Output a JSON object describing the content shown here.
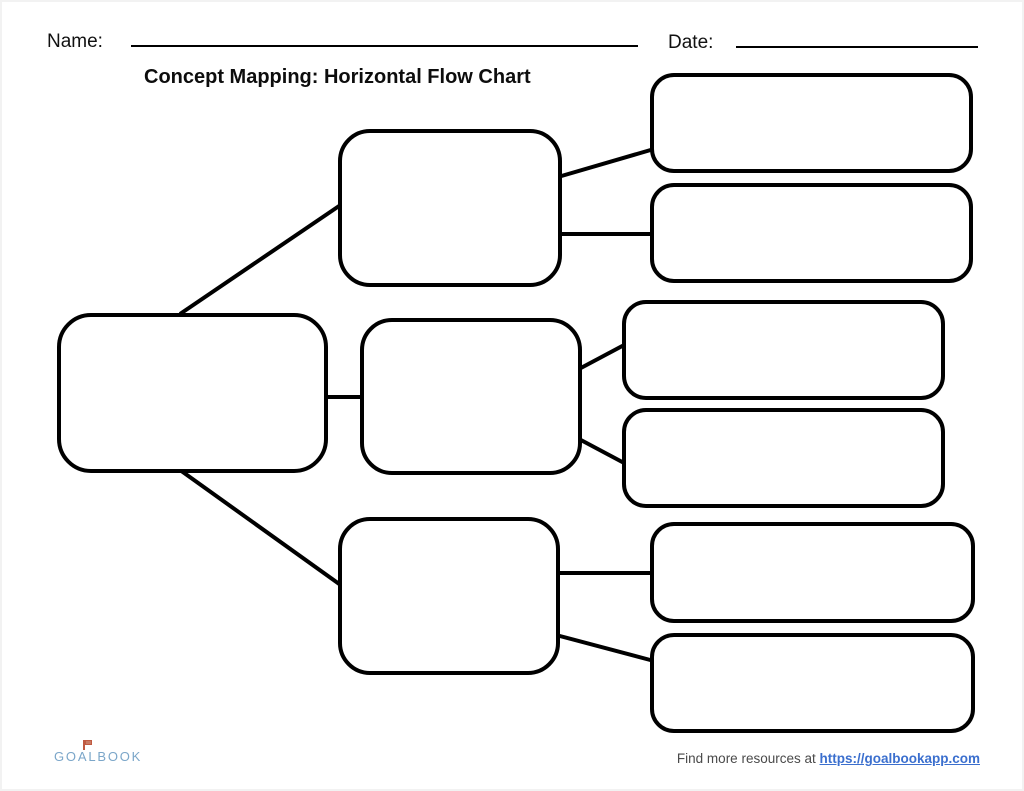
{
  "header": {
    "name_label": "Name:",
    "date_label": "Date:"
  },
  "title": "Concept Mapping: Horizontal Flow Chart",
  "diagram": {
    "type": "horizontal-flow-chart",
    "stroke_color": "#000000",
    "nodes": [
      {
        "id": "root",
        "label": ""
      },
      {
        "id": "branch-1",
        "label": ""
      },
      {
        "id": "branch-2",
        "label": ""
      },
      {
        "id": "branch-3",
        "label": ""
      },
      {
        "id": "leaf-1a",
        "label": ""
      },
      {
        "id": "leaf-1b",
        "label": ""
      },
      {
        "id": "leaf-2a",
        "label": ""
      },
      {
        "id": "leaf-2b",
        "label": ""
      },
      {
        "id": "leaf-3a",
        "label": ""
      },
      {
        "id": "leaf-3b",
        "label": ""
      }
    ],
    "edges": [
      [
        "root",
        "branch-1"
      ],
      [
        "root",
        "branch-2"
      ],
      [
        "root",
        "branch-3"
      ],
      [
        "branch-1",
        "leaf-1a"
      ],
      [
        "branch-1",
        "leaf-1b"
      ],
      [
        "branch-2",
        "leaf-2a"
      ],
      [
        "branch-2",
        "leaf-2b"
      ],
      [
        "branch-3",
        "leaf-3a"
      ],
      [
        "branch-3",
        "leaf-3b"
      ]
    ]
  },
  "footer": {
    "logo": {
      "part1": "GO",
      "part2": "A",
      "part3": "LBOOK",
      "color": "#7ba6c9",
      "flag_color": "#c05a41"
    },
    "resources_text": "Find more resources at",
    "link_text": "https://goalbookapp.com",
    "link_color": "#3b6fce"
  }
}
